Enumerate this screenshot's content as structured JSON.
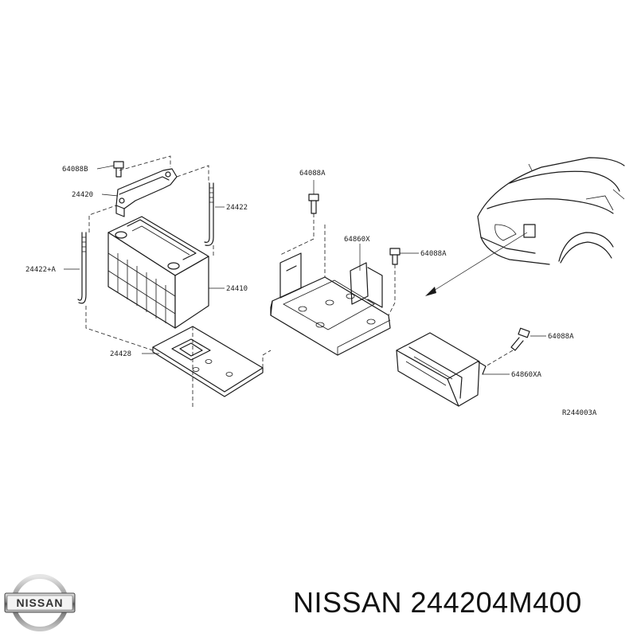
{
  "diagram": {
    "callouts": {
      "p64088B": "64088B",
      "p24420": "24420",
      "p24422": "24422",
      "p24422A": "24422+A",
      "p24410": "24410",
      "p24428": "24428",
      "p64088A_top": "64088A",
      "p64860X": "64860X",
      "p64088A_mid": "64088A",
      "p64088A_low": "64088A",
      "p64860XA": "64860XA"
    },
    "reference_code": "R244003A"
  },
  "footer": {
    "brand": "NISSAN",
    "title": "NISSAN 244204M400"
  }
}
